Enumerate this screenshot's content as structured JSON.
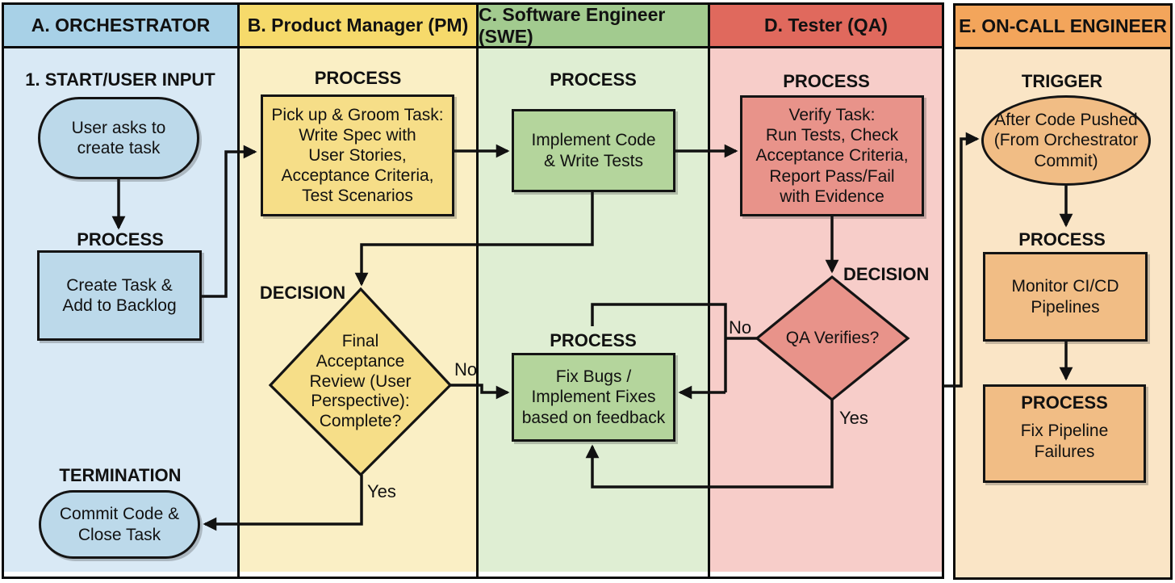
{
  "colors": {
    "background": "#ffffff",
    "line": "#111111",
    "border": "#0a0a0a"
  },
  "lanes": [
    {
      "title": "A. ORCHESTRATOR",
      "colors": {
        "header": "#a8d1e7",
        "body": "#d9e9f5",
        "node": "#bcd9ea"
      },
      "labels": {
        "start": "1. START/USER INPUT",
        "process": "PROCESS",
        "termination": "TERMINATION"
      },
      "nodes": {
        "start": "User asks to\ncreate task",
        "process": "Create Task &\nAdd to Backlog",
        "termination": "Commit Code &\nClose Task"
      }
    },
    {
      "title": "B. Product Manager (PM)",
      "colors": {
        "header": "#f6da6b",
        "body": "#faefc5",
        "node": "#f6de88"
      },
      "labels": {
        "process": "PROCESS",
        "decision": "DECISION"
      },
      "nodes": {
        "process": "Pick up & Groom Task:\nWrite Spec with\nUser Stories,\nAcceptance Criteria,\nTest Scenarios",
        "decision": "Final\nAcceptance\nReview (User\nPerspective):\nComplete?"
      },
      "edges": {
        "yes": "Yes",
        "no": "No"
      }
    },
    {
      "title": "C. Software Engineer (SWE)",
      "colors": {
        "header": "#a2cb8f",
        "body": "#dfeed3",
        "node": "#b4d59c"
      },
      "labels": {
        "process_top": "PROCESS",
        "process_bottom": "PROCESS"
      },
      "nodes": {
        "implement": "Implement Code\n& Write Tests",
        "fix": "Fix Bugs /\nImplement Fixes\nbased on feedback"
      }
    },
    {
      "title": "D. Tester (QA)",
      "colors": {
        "header": "#e0695d",
        "body": "#f7cdc9",
        "node": "#e8938a"
      },
      "labels": {
        "process": "PROCESS",
        "decision": "DECISION"
      },
      "nodes": {
        "verify": "Verify Task:\nRun Tests, Check\nAcceptance Criteria,\nReport Pass/Fail\nwith Evidence",
        "decision": "QA Verifies?"
      },
      "edges": {
        "yes": "Yes",
        "no": "No"
      }
    },
    {
      "title": "E. ON-CALL ENGINEER",
      "colors": {
        "header": "#f3a55b",
        "body": "#fae5c6",
        "node": "#f1bd85"
      },
      "labels": {
        "trigger": "TRIGGER",
        "process_top": "PROCESS",
        "process_bottom": "PROCESS"
      },
      "nodes": {
        "trigger": "After Code Pushed\n(From Orchestrator\nCommit)",
        "monitor": "Monitor CI/CD\nPipelines",
        "fix": "Fix Pipeline\nFailures"
      }
    }
  ]
}
